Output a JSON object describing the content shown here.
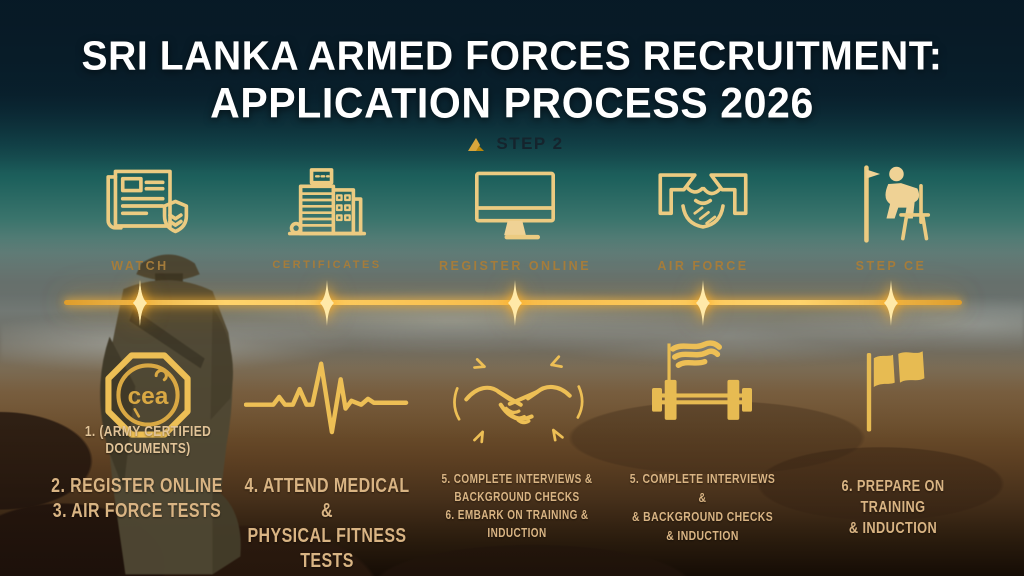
{
  "header": {
    "title_line1": "SRI LANKA ARMED FORCES RECRUITMENT:",
    "title_line2": "APPLICATION PROCESS 2026"
  },
  "step_badge": {
    "label": "STEP 2"
  },
  "top_row": {
    "items": [
      {
        "icon": "news-document-seal-icon",
        "label": "WATCH"
      },
      {
        "icon": "building-icon",
        "label": "CERTIFICATES"
      },
      {
        "icon": "computer-monitor-icon",
        "label": "REGISTER ONLINE"
      },
      {
        "icon": "handshake-arms-icon",
        "label": "AIR FORCE"
      },
      {
        "icon": "seated-figure-flag-icon",
        "label": "STEP CE"
      }
    ]
  },
  "bottom_row": {
    "items": [
      {
        "icon": "cea-seal-icon",
        "seal_text": "cea",
        "caption": "1. (ARMY CERTIFIED DOCUMENTS)",
        "lines": [
          "2. REGISTER ONLINE",
          "3. AIR FORCE TESTS"
        ]
      },
      {
        "icon": "heartbeat-pulse-icon",
        "lines": [
          "4. ATTEND MEDICAL &",
          "PHYSICAL FITNESS TESTS"
        ]
      },
      {
        "icon": "handshake-sketch-icon",
        "lines": [
          "5. COMPLETE INTERVIEWS &",
          "BACKGROUND CHECKS",
          "6. EMBARK ON TRAINING & INDUCTION"
        ]
      },
      {
        "icon": "flag-barbell-icon",
        "lines": [
          "5. COMPLETE INTERVIEWS &",
          "& BACKGROUND CHECKS",
          "& INDUCTION"
        ]
      },
      {
        "icon": "waving-flag-icon",
        "lines": [
          "6. PREPARE ON TRAINING",
          "& INDUCTION"
        ]
      }
    ]
  },
  "colors": {
    "gold_outline": "#eccb81",
    "gold_solid": "#e7bb52",
    "timeline_gold": "#f7bc49",
    "top_label_gold": "#a57d3c",
    "stencil_tan": "#d9b483",
    "title_white": "#ffffff",
    "step_badge_text": "#15242d"
  }
}
